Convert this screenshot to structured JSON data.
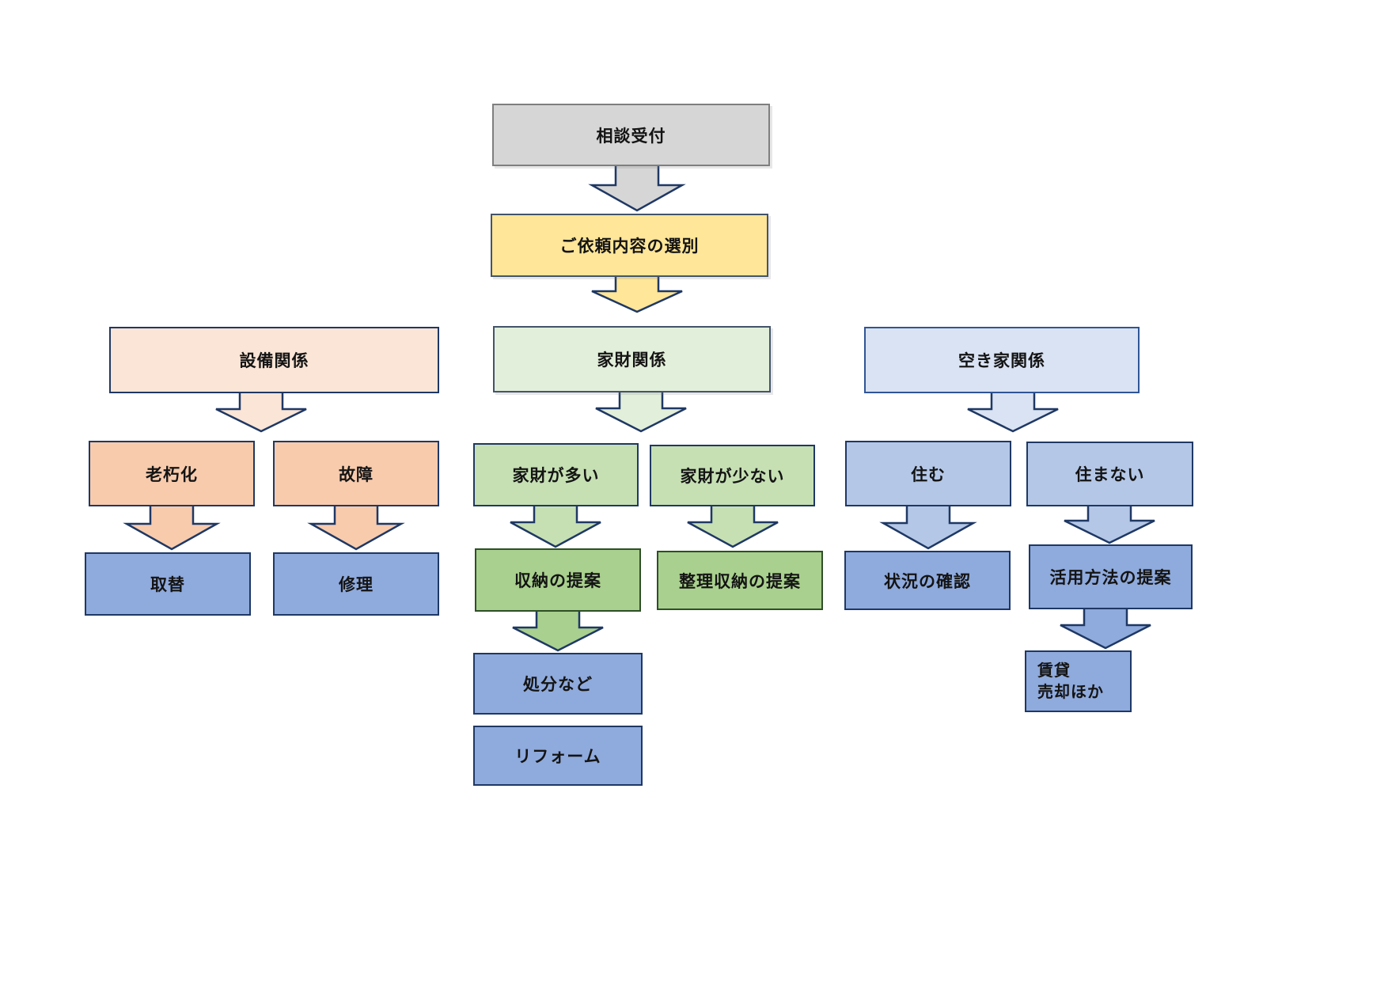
{
  "diagram": {
    "type": "flowchart",
    "language": "ja",
    "nodes": [
      {
        "id": "soudan",
        "label": "相談受付"
      },
      {
        "id": "senbetsu",
        "label": "ご依頼内容の選別"
      },
      {
        "id": "setsubi",
        "label": "設備関係"
      },
      {
        "id": "kazai",
        "label": "家財関係"
      },
      {
        "id": "akiya",
        "label": "空き家関係"
      },
      {
        "id": "roukyuka",
        "label": "老朽化"
      },
      {
        "id": "koshou",
        "label": "故障"
      },
      {
        "id": "kazai-ooi",
        "label": "家財が多い"
      },
      {
        "id": "kazai-sukunai",
        "label": "家財が少ない"
      },
      {
        "id": "sumu",
        "label": "住む"
      },
      {
        "id": "sumanai",
        "label": "住まない"
      },
      {
        "id": "torikae",
        "label": "取替"
      },
      {
        "id": "shuuri",
        "label": "修理"
      },
      {
        "id": "shuunou",
        "label": "収納の提案"
      },
      {
        "id": "seiri-shuunou",
        "label": "整理収納の提案"
      },
      {
        "id": "joukyou",
        "label": "状況の確認"
      },
      {
        "id": "katsuyou",
        "label": "活用方法の提案"
      },
      {
        "id": "shobun",
        "label": "処分など"
      },
      {
        "id": "chintai",
        "label": "賃貸\n売却ほか"
      },
      {
        "id": "reform",
        "label": "リフォーム"
      }
    ],
    "edges": [
      [
        "soudan",
        "senbetsu"
      ],
      [
        "senbetsu",
        "kazai"
      ],
      [
        "setsubi",
        "roukyuka/koshou"
      ],
      [
        "kazai",
        "kazai-ooi/kazai-sukunai"
      ],
      [
        "akiya",
        "sumu/sumanai"
      ],
      [
        "roukyuka",
        "torikae"
      ],
      [
        "koshou",
        "shuuri"
      ],
      [
        "kazai-ooi",
        "shuunou"
      ],
      [
        "kazai-sukunai",
        "seiri-shuunou"
      ],
      [
        "sumu",
        "joukyou"
      ],
      [
        "sumanai",
        "katsuyou"
      ],
      [
        "shuunou",
        "shobun"
      ],
      [
        "katsuyou",
        "chintai"
      ]
    ],
    "palette": {
      "gray": "#d6d6d6",
      "yellow": "#ffe699",
      "peach_light": "#fbe5d6",
      "peach": "#f8cbad",
      "green_light": "#e2efda",
      "green_mid": "#c6e0b4",
      "green": "#a9d08e",
      "blue_light": "#dae3f3",
      "blue_mid": "#b4c7e7",
      "blue": "#8faadc",
      "outline": "#1f3864",
      "background": "#ffffff",
      "text": "#141414"
    }
  }
}
